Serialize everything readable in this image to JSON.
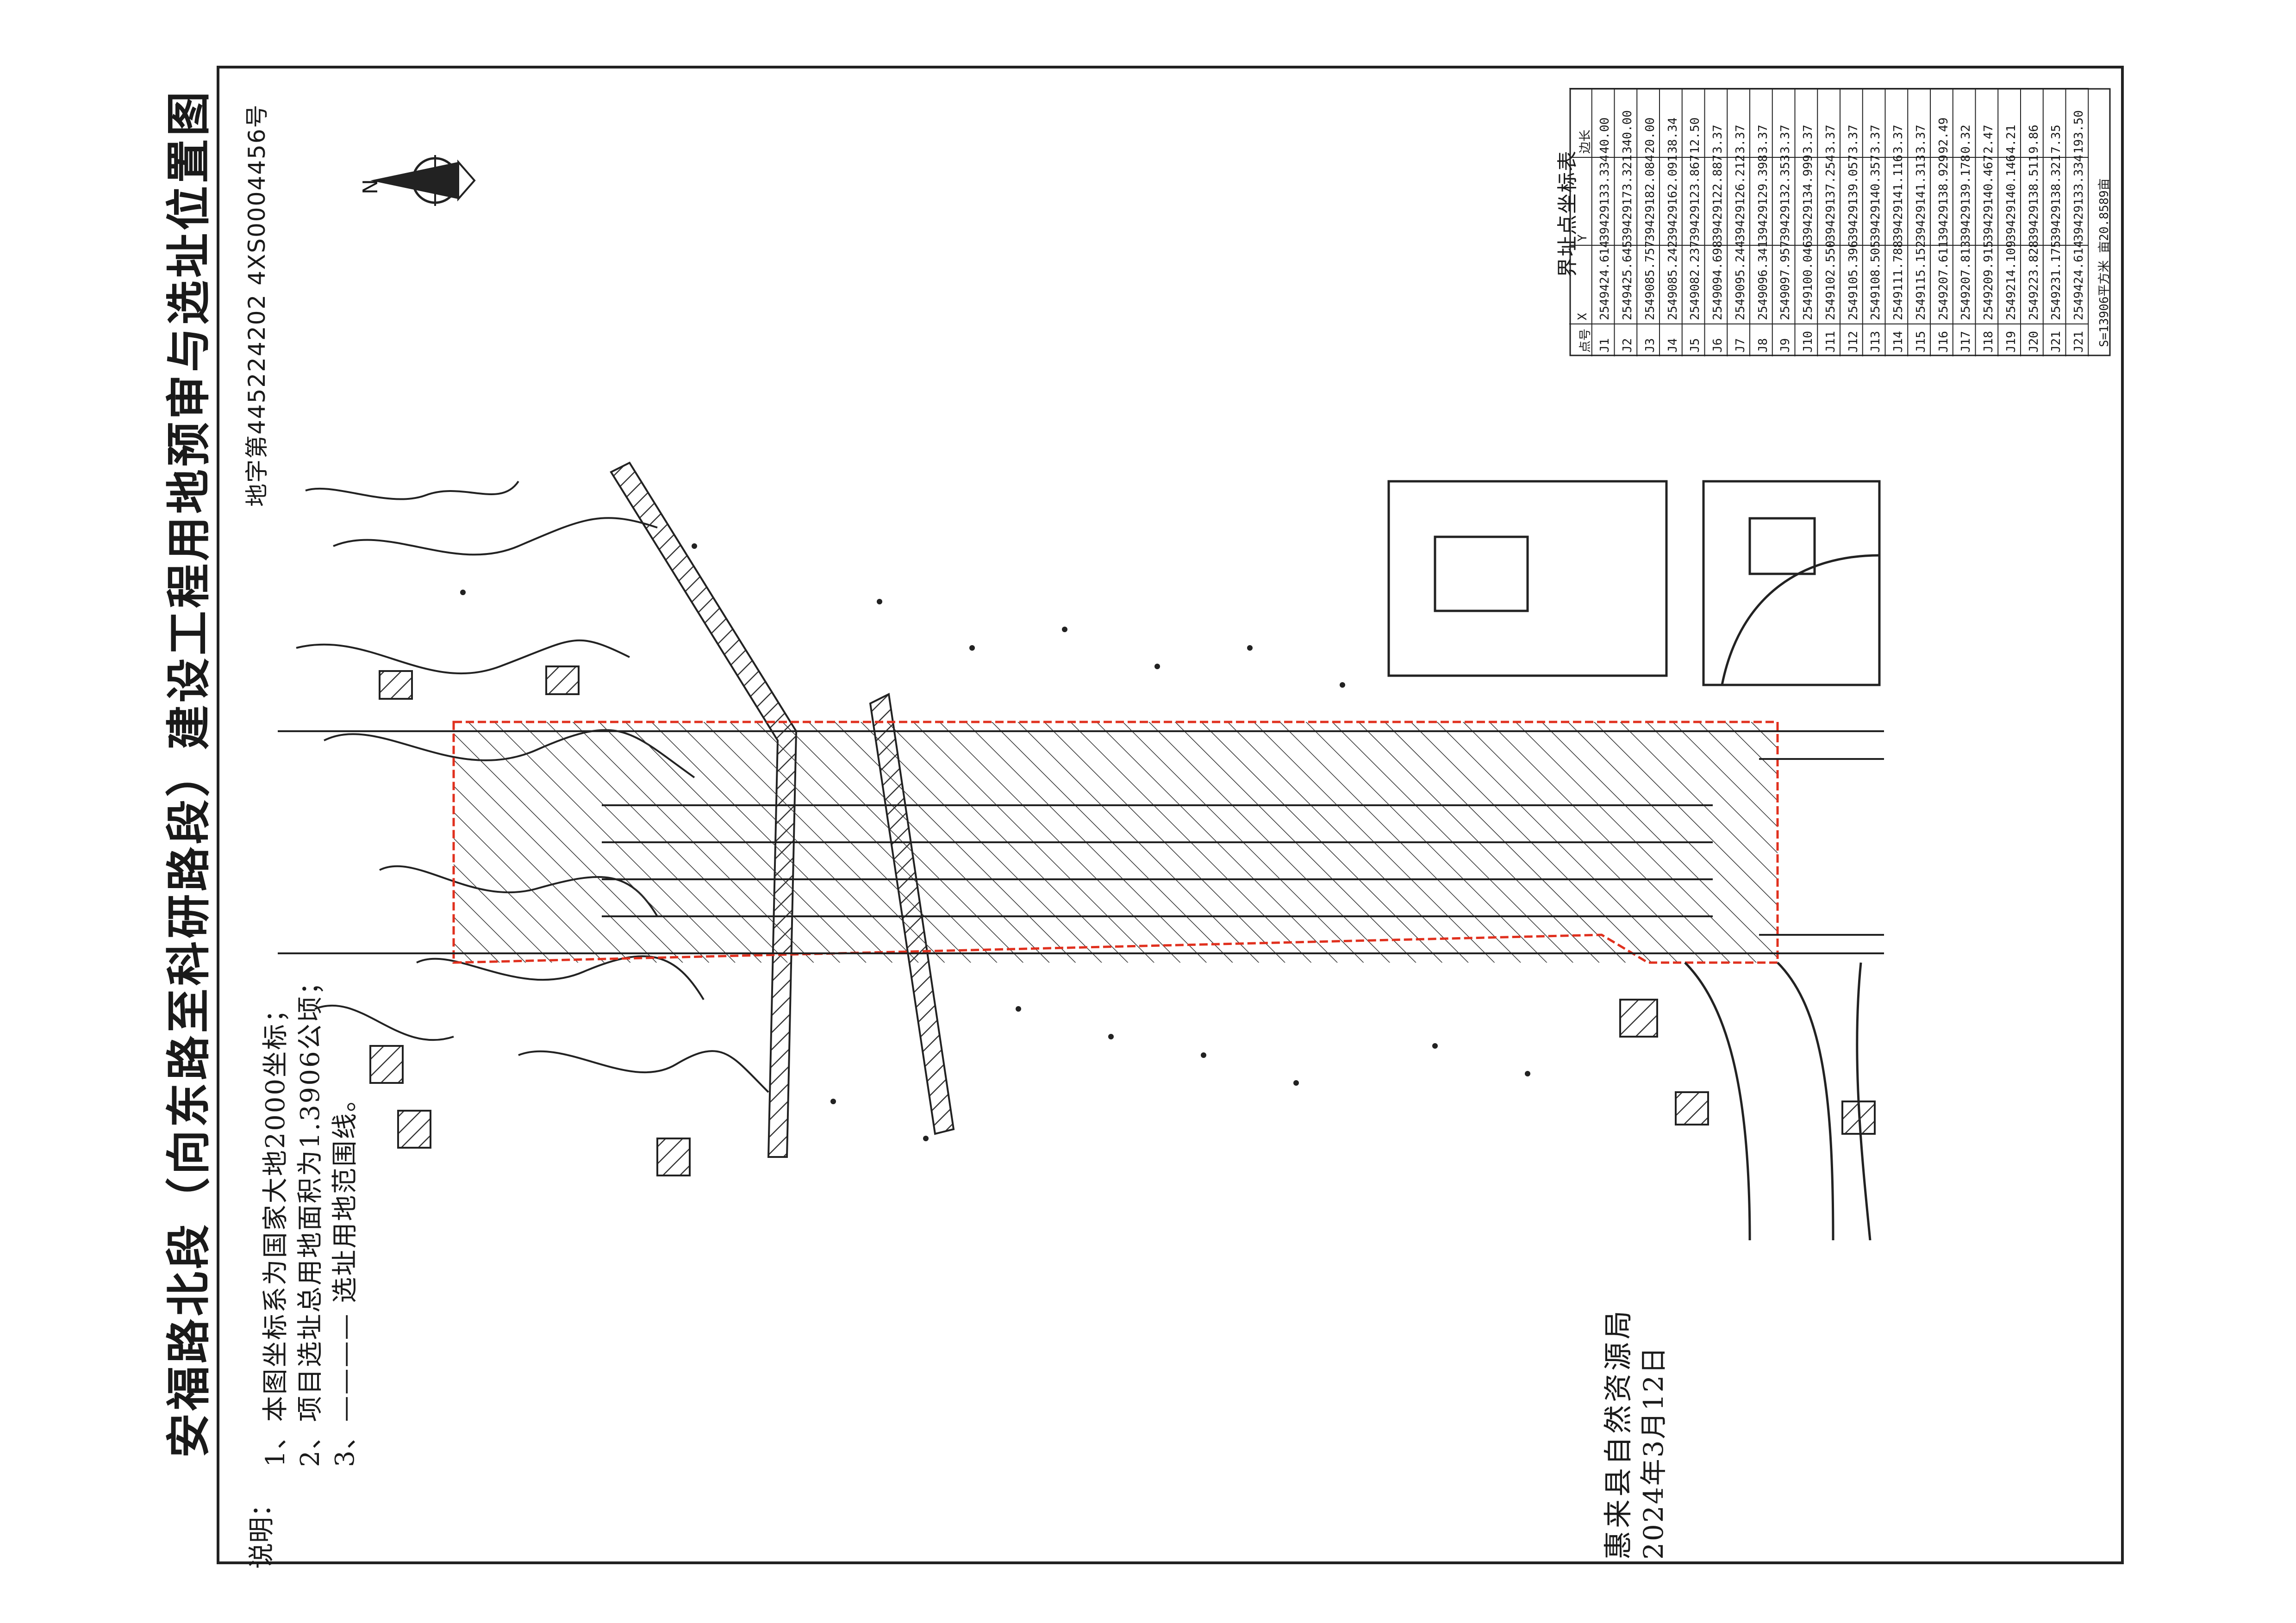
{
  "title": "安福路北段（向东路至科研路段）建设工程用地预审与选址位置图",
  "permit_no": "地字第445224202 4XS0004456号",
  "north_label": "N",
  "notes": {
    "label": "说明：",
    "items": [
      "1、本图坐标系为国家大地2000坐标；",
      "2、项目选址总用地面积为1.3906公顷；",
      "3、———— 选址用地范围线。"
    ]
  },
  "agency": "惠来县自然资源局",
  "date": "2024年3月12日",
  "coord_table": {
    "title": "界址点坐标表",
    "headers": [
      "点号",
      "X",
      "Y",
      "边长"
    ],
    "rows": [
      [
        "J1",
        "2549424.614",
        "39429133.334",
        "40.00"
      ],
      [
        "J2",
        "2549425.645",
        "39429173.321",
        "340.00"
      ],
      [
        "J3",
        "2549085.757",
        "39429182.084",
        "20.00"
      ],
      [
        "J4",
        "2549085.242",
        "39429162.091",
        "38.34"
      ],
      [
        "J5",
        "2549082.237",
        "39429123.867",
        "12.50"
      ],
      [
        "J6",
        "2549094.698",
        "39429122.887",
        "3.37"
      ],
      [
        "J7",
        "2549095.244",
        "39429126.212",
        "3.37"
      ],
      [
        "J8",
        "2549096.341",
        "39429129.398",
        "3.37"
      ],
      [
        "J9",
        "2549097.957",
        "39429132.353",
        "3.37"
      ],
      [
        "J10",
        "2549100.046",
        "39429134.999",
        "3.37"
      ],
      [
        "J11",
        "2549102.550",
        "39429137.254",
        "3.37"
      ],
      [
        "J12",
        "2549105.396",
        "39429139.057",
        "3.37"
      ],
      [
        "J13",
        "2549108.505",
        "39429140.357",
        "3.37"
      ],
      [
        "J14",
        "2549111.788",
        "39429141.116",
        "3.37"
      ],
      [
        "J15",
        "2549115.152",
        "39429141.313",
        "3.37"
      ],
      [
        "J16",
        "2549207.611",
        "39429138.929",
        "92.49"
      ],
      [
        "J17",
        "2549207.813",
        "39429139.178",
        "0.32"
      ],
      [
        "J18",
        "2549209.915",
        "39429140.467",
        "2.47"
      ],
      [
        "J19",
        "2549214.109",
        "39429140.146",
        "4.21"
      ],
      [
        "J20",
        "2549223.828",
        "39429138.511",
        "9.86"
      ],
      [
        "J21",
        "2549231.175",
        "39429138.321",
        "7.35"
      ],
      [
        "J21",
        "2549424.614",
        "39429133.334",
        "193.50"
      ]
    ],
    "footer": "S=13906平方米 亩20.8589亩"
  },
  "colors": {
    "boundary": "#e0301e",
    "hatch": "#333333",
    "line": "#222222"
  }
}
